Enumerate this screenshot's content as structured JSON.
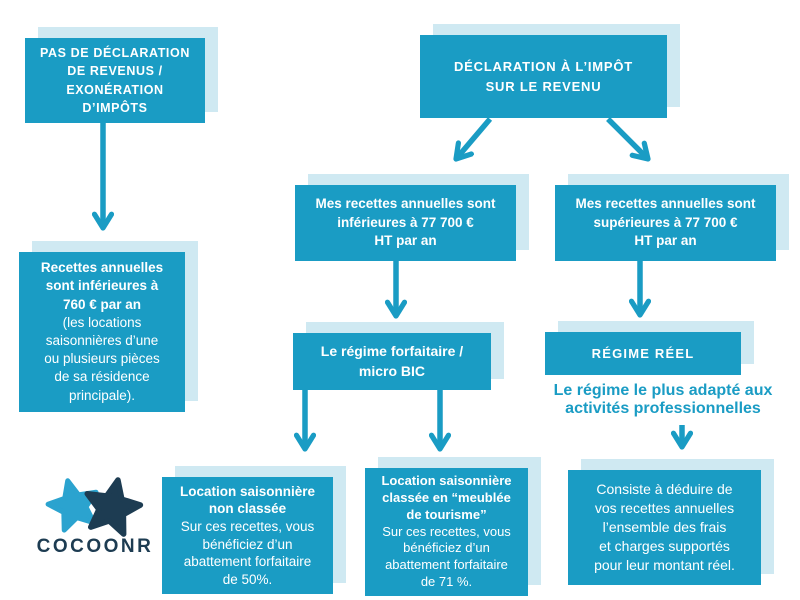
{
  "palette": {
    "teal": "#1a9cc4",
    "shadow_blue": "#cfe9f2",
    "navy": "#1d3c52",
    "text_on_teal": "#ffffff"
  },
  "logo": {
    "brand": "COCOONR"
  },
  "nodes": {
    "no_declaration": {
      "title": "PAS DE DÉCLARATION\nDE REVENUS /\nEXONÉRATION\nD’IMPÔTS"
    },
    "declaration": {
      "title": "DÉCLARATION À L’IMPÔT\nSUR LE REVENU"
    },
    "under_760": {
      "bold": "Recettes annuelles\nsont inférieures à\n760 € par an",
      "normal": "(les locations\nsaisonnières d’une\nou plusieurs pièces\nde sa résidence\nprincipale)."
    },
    "under_77700": {
      "title": "Mes recettes annuelles sont\ninférieures à 77 700 €\nHT par an"
    },
    "over_77700": {
      "title": "Mes recettes annuelles sont\nsupérieures à 77 700 €\nHT par an"
    },
    "micro_bic": {
      "title": "Le régime forfaitaire /\nmicro BIC"
    },
    "regime_reel": {
      "title": "RÉGIME RÉEL"
    },
    "regime_reel_note": {
      "text": "Le régime le plus adapté aux\nactivités professionnelles"
    },
    "non_classee": {
      "bold": "Location saisonnière\nnon classée",
      "normal": "Sur ces recettes, vous\nbénéficiez d’un\nabattement forfaitaire\nde 50%."
    },
    "classee": {
      "bold": "Location saisonnière\nclassée en “meublée\nde tourisme”",
      "normal": "Sur ces recettes, vous\nbénéficiez d’un\nabattement forfaitaire\nde 71 %."
    },
    "reel_detail": {
      "text": "Consiste à déduire de\nvos recettes annuelles\nl’ensemble des frais\net charges supportés\npour leur montant réel."
    }
  },
  "edges": [
    {
      "from": "no_declaration",
      "to": "under_760"
    },
    {
      "from": "declaration",
      "to": "under_77700"
    },
    {
      "from": "declaration",
      "to": "over_77700"
    },
    {
      "from": "under_77700",
      "to": "micro_bic"
    },
    {
      "from": "over_77700",
      "to": "regime_reel"
    },
    {
      "from": "micro_bic",
      "to": "non_classee"
    },
    {
      "from": "micro_bic",
      "to": "classee"
    },
    {
      "from": "regime_reel_note",
      "to": "reel_detail"
    }
  ]
}
